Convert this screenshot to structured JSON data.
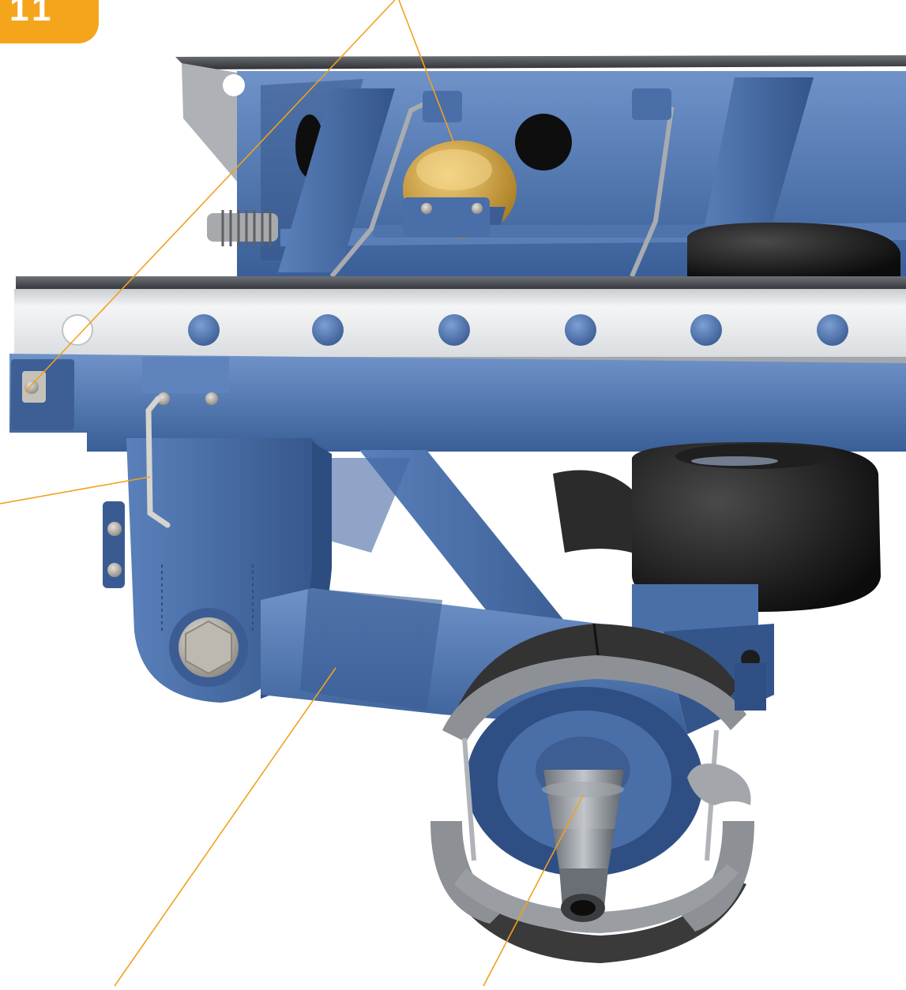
{
  "page": {
    "badge_label": "11"
  },
  "colors": {
    "badge": "#f5a51c",
    "callout_line": "#f0a21e",
    "frame_blue": "#4e73ad",
    "frame_blue_dark": "#34558a",
    "rail_silver": "#e6e8ea",
    "air_spring": "#161616",
    "brake_chamber": "#d1a033",
    "brake_shoe_lining": "#3c3c3c",
    "brake_shoe_steel": "#8c9095",
    "steel_gray": "#9ea3a9",
    "bolt": "#b9b6ae"
  },
  "illustration": {
    "subject": "trailer-air-suspension-with-drum-brake-assembly",
    "components": [
      "chassis-rail",
      "hanger-bracket",
      "trailing-arm",
      "air-spring",
      "brake-chamber",
      "return-spring",
      "brake-shoes",
      "axle-spindle",
      "pivot-bolt",
      "height-control-rod"
    ]
  },
  "callouts": [
    {
      "name": "brake-chamber-callout"
    },
    {
      "name": "frame-bracket-callout"
    },
    {
      "name": "height-control-rod-callout"
    },
    {
      "name": "trailing-arm-callout"
    },
    {
      "name": "axle-spindle-callout"
    }
  ]
}
